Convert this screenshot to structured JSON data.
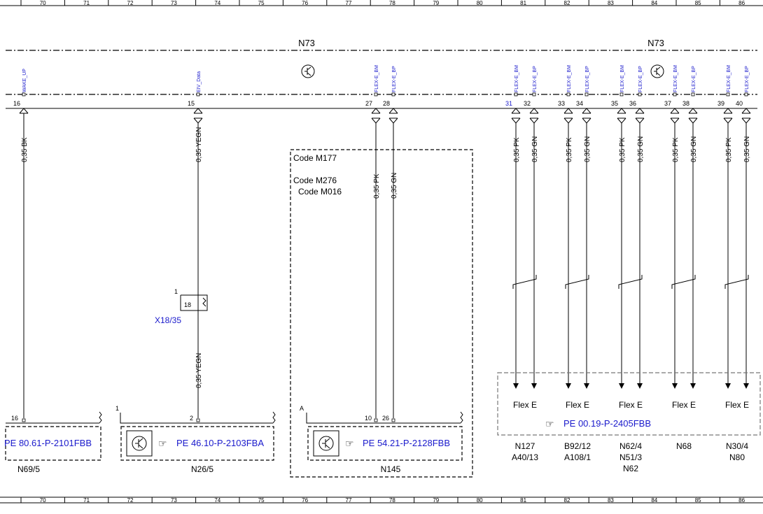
{
  "grid": {
    "columns": [
      "70",
      "71",
      "72",
      "73",
      "74",
      "75",
      "76",
      "77",
      "78",
      "79",
      "80",
      "81",
      "82",
      "83",
      "84",
      "85",
      "86"
    ]
  },
  "module": {
    "name_left": "N73",
    "name_right": "N73",
    "pins": [
      {
        "label": "WAKE_UP",
        "number": "16",
        "wire": "0,35 BK"
      },
      {
        "label": "EIV_Data",
        "number": "15",
        "wire": "0,35 YEGN"
      },
      {
        "label": "FLEX-E_BM",
        "number": "27",
        "wire": "0,35 PK"
      },
      {
        "label": "FLEX-E_BP",
        "number": "28",
        "wire": "0,35 GN"
      },
      {
        "label": "FLEX-E_BM",
        "number": "31",
        "wire": "0,35 PK"
      },
      {
        "label": "FLEX-E_BP",
        "number": "32",
        "wire": "0,35 GN"
      },
      {
        "label": "FLEX-E_BM",
        "number": "33",
        "wire": "0,35 PK"
      },
      {
        "label": "FLEX-E_BP",
        "number": "34",
        "wire": "0,35 GN"
      },
      {
        "label": "FLEX-E_BM",
        "number": "35",
        "wire": "0,35 PK"
      },
      {
        "label": "FLEX-E_BP",
        "number": "36",
        "wire": "0,35 GN"
      },
      {
        "label": "FLEX-E_BM",
        "number": "37",
        "wire": "0,35 PK"
      },
      {
        "label": "FLEX-E_BP",
        "number": "38",
        "wire": "0,35 GN"
      },
      {
        "label": "FLEX-E_BM",
        "number": "39",
        "wire": "0,35 PK"
      },
      {
        "label": "FLEX-E_BP",
        "number": "40",
        "wire": "0,35 GN"
      }
    ]
  },
  "code_box": {
    "line1": "Code M177",
    "line2": "Code M276",
    "line3": "Code M016"
  },
  "connector_x18": {
    "name": "X18/35",
    "pin_in": "1",
    "pin_out": "18",
    "wire_below": "0,35 YEGN"
  },
  "modules_bottom": [
    {
      "pin": "16",
      "ref": "PE 80.61-P-2101FBB",
      "name": "N69/5"
    },
    {
      "pin_left": "1",
      "pin": "2",
      "ref": "PE 46.10-P-2103FBA",
      "name": "N26/5"
    },
    {
      "pin_left": "A",
      "pin_a": "10",
      "pin_b": "26",
      "ref": "PE 54.21-P-2128FBB",
      "name": "N145"
    }
  ],
  "flex": {
    "label": "Flex E",
    "ref": "PE 00.19-P-2405FBB",
    "groups": [
      {
        "names": [
          "N127",
          "A40/13"
        ]
      },
      {
        "names": [
          "B92/12",
          "A108/1"
        ]
      },
      {
        "names": [
          "N62/4",
          "N51/3",
          "N62"
        ]
      },
      {
        "names": [
          "N68"
        ]
      },
      {
        "names": [
          "N30/4",
          "N80"
        ]
      }
    ]
  }
}
